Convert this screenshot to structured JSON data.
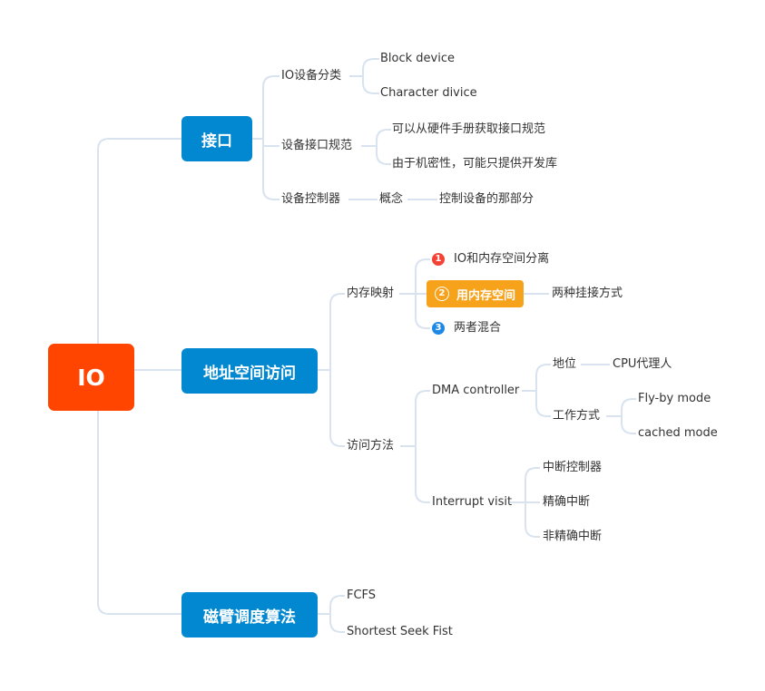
{
  "colors": {
    "root": "#ff4500",
    "main": "#0288d1",
    "highlight": "#f7a21b",
    "marker1": "#f44336",
    "marker3": "#1e88e5",
    "line": "#d8e3ef"
  },
  "root": "IO",
  "interface": {
    "title": "接口",
    "io_class": {
      "label": "IO设备分类",
      "items": [
        "Block device",
        "Character divice"
      ]
    },
    "spec": {
      "label": "设备接口规范",
      "items": [
        "可以从硬件手册获取接口规范",
        "由于机密性，可能只提供开发库"
      ]
    },
    "controller": {
      "label": "设备控制器",
      "concept": "概念",
      "desc": "控制设备的那部分"
    }
  },
  "addr": {
    "title": "地址空间访问",
    "mem_map": {
      "label": "内存映射",
      "opt1": {
        "marker": "1",
        "text": "IO和内存空间分离"
      },
      "opt2": {
        "marker": "2",
        "text": "用内存空间",
        "child": "两种挂接方式"
      },
      "opt3": {
        "marker": "3",
        "text": "两者混合"
      }
    },
    "access": {
      "label": "访问方法",
      "dma": {
        "label": "DMA controller",
        "pos": {
          "label": "地位",
          "child": "CPU代理人"
        },
        "mode": {
          "label": "工作方式",
          "items": [
            "Fly-by mode",
            "cached mode"
          ]
        }
      },
      "intr": {
        "label": "Interrupt visit",
        "items": [
          "中断控制器",
          "精确中断",
          "非精确中断"
        ]
      }
    }
  },
  "disk": {
    "title": "磁臂调度算法",
    "items": [
      "FCFS",
      "Shortest Seek Fist"
    ]
  }
}
